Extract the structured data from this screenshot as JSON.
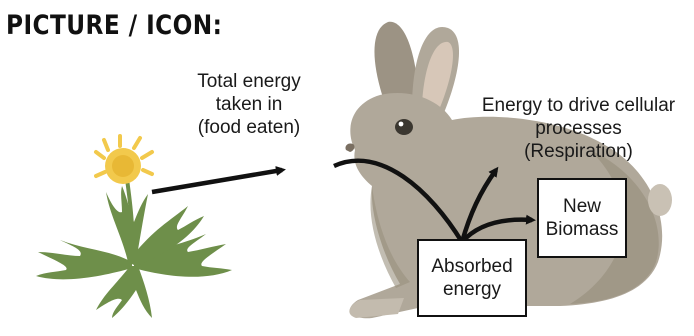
{
  "header": {
    "title": "PICTURE / ICON:"
  },
  "diagram": {
    "labels": {
      "intake": "Total energy\ntaken in\n(food eaten)",
      "respiration": "Energy to drive cellular\nprocesses\n(Respiration)"
    },
    "boxes": {
      "biomass": "New\nBiomass",
      "absorbed": "Absorbed\nenergy"
    }
  },
  "colors": {
    "rabbit_fur": "#b0a89a",
    "rabbit_shade": "#948b7c",
    "ear_inner": "#d7c7b8",
    "flower": "#f2c94c",
    "leaf": "#6e8f4a",
    "arrow": "#111111"
  }
}
